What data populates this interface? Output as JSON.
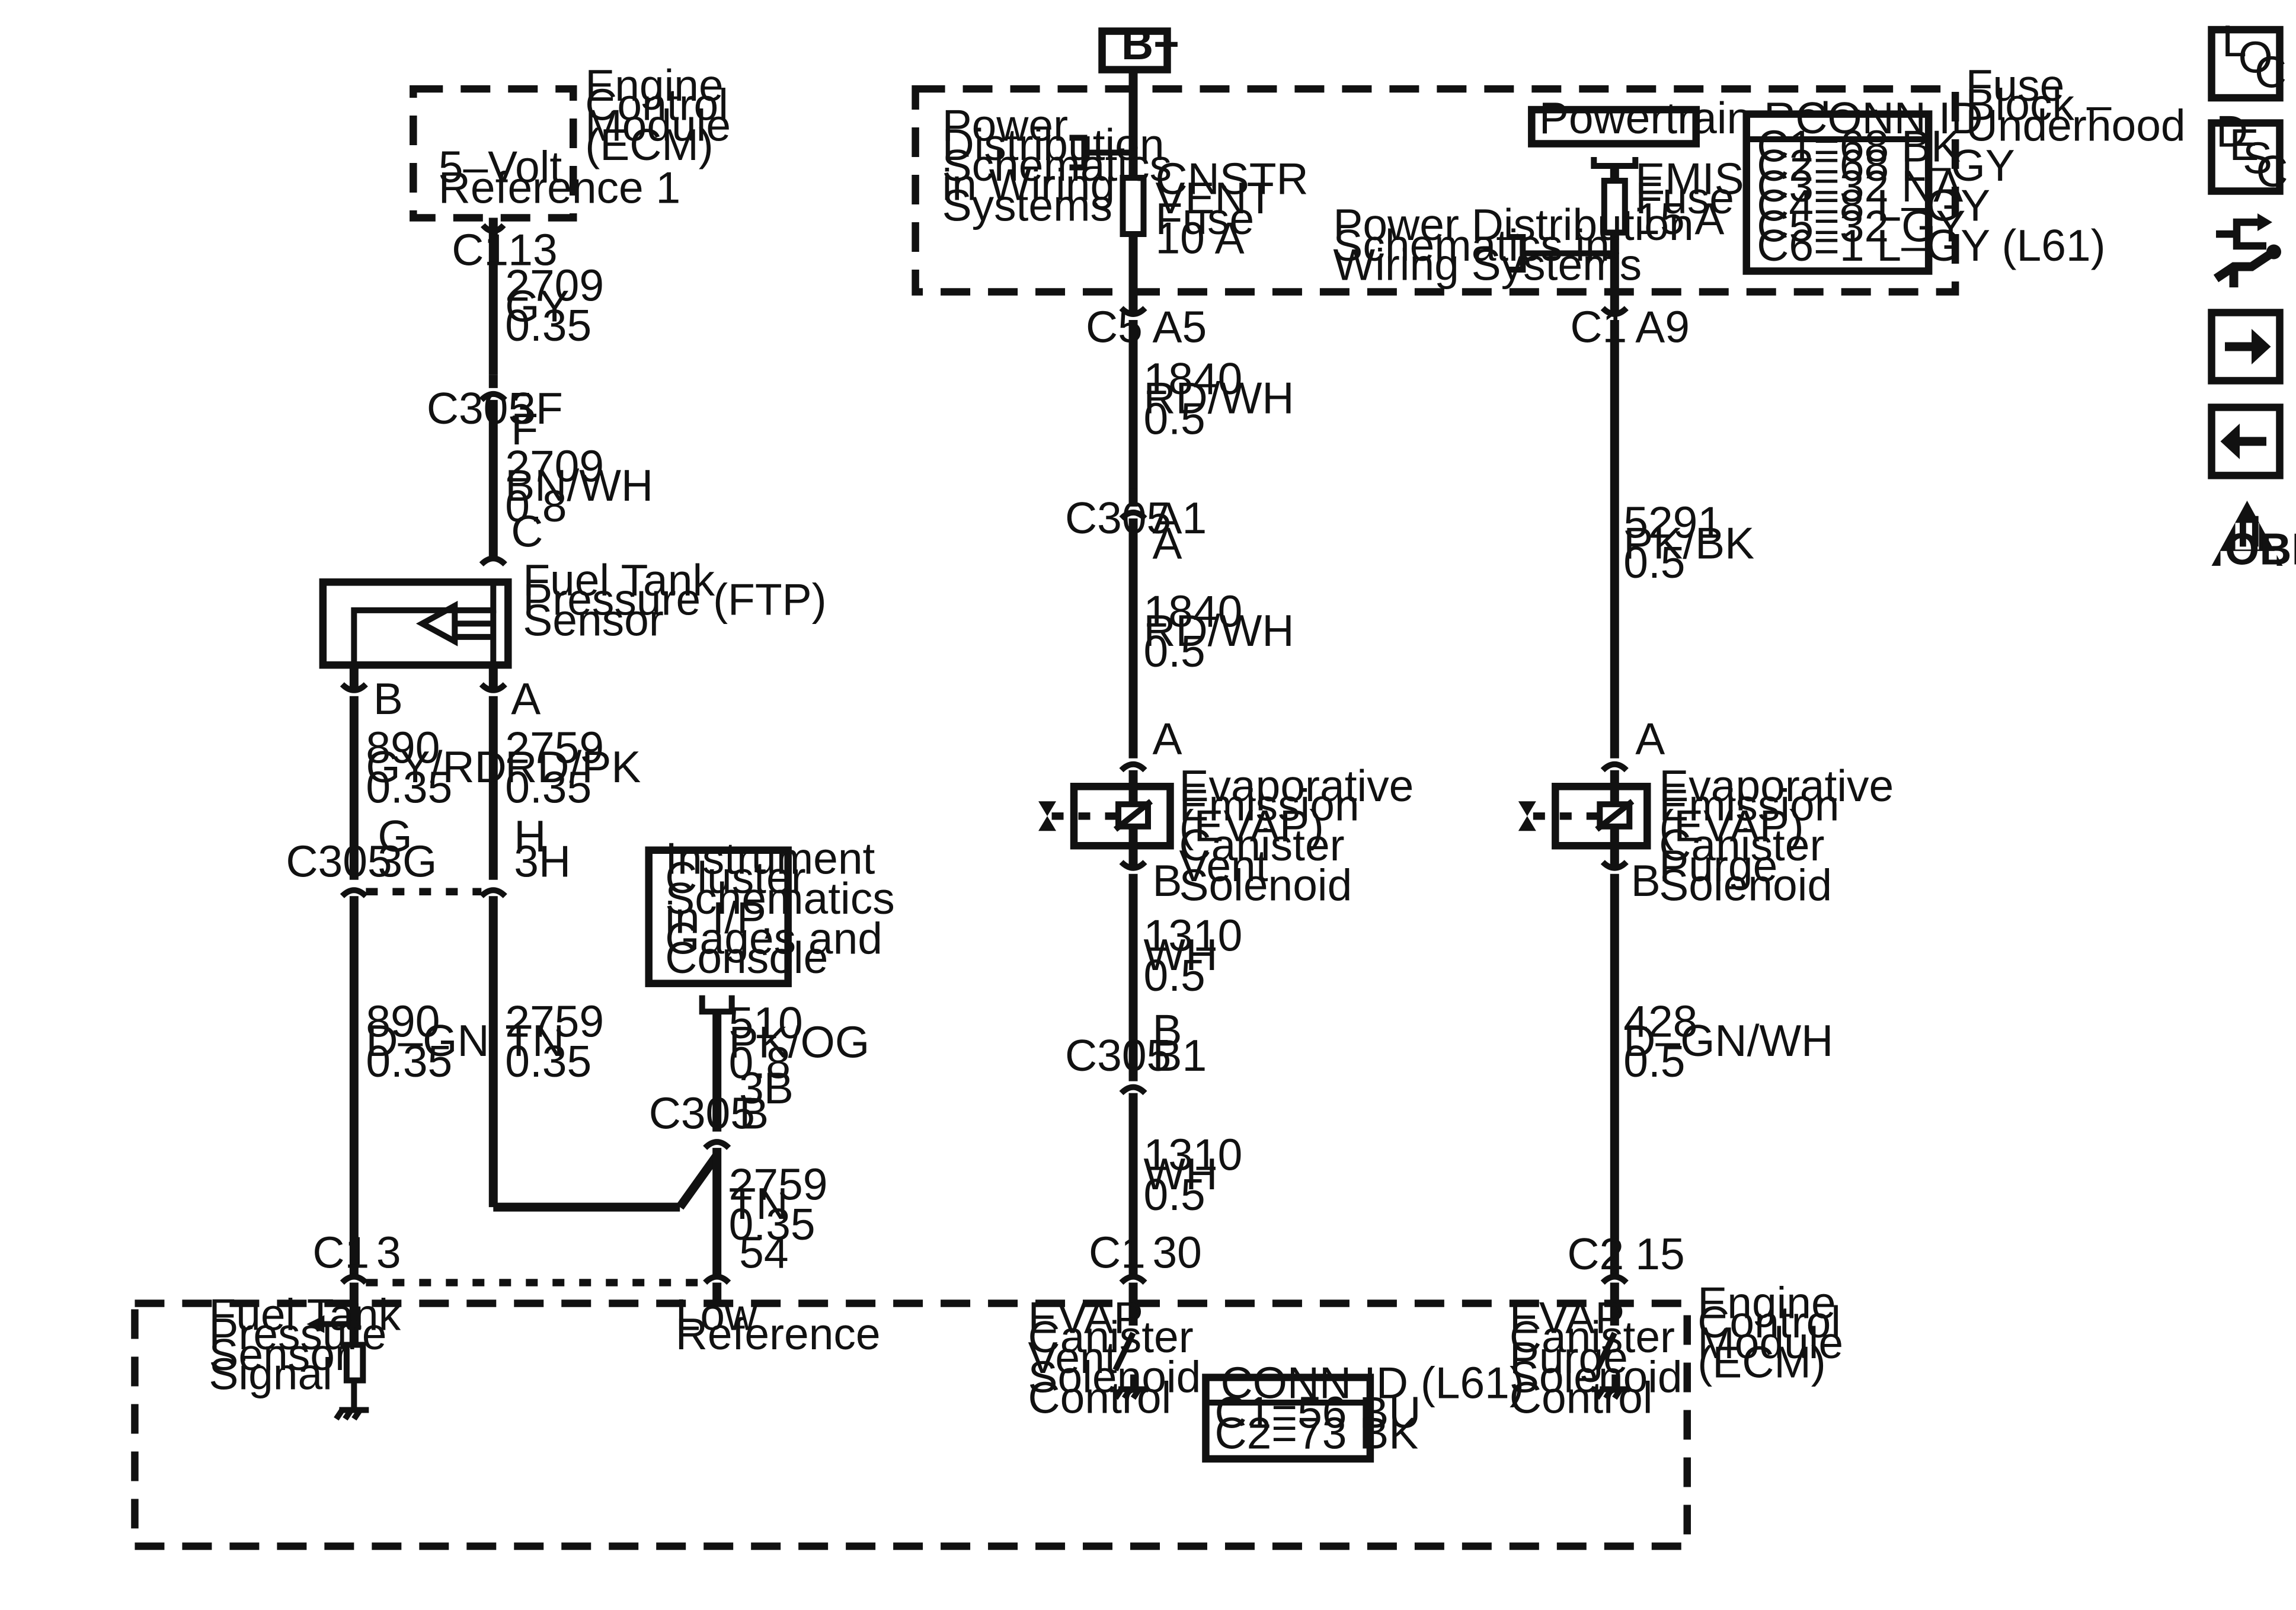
{
  "ecm_top": {
    "lines": [
      "Engine",
      "Control",
      "Module",
      "(ECM)"
    ],
    "ref_lines": [
      "5–Volt",
      "Reference 1"
    ]
  },
  "ecm_bottom": {
    "lines": [
      "Engine",
      "Control",
      "Module",
      "(ECM)"
    ]
  },
  "b_plus": "B+",
  "fuse_block": {
    "lines": [
      "Fuse",
      "Block –",
      "Underhood"
    ]
  },
  "pd_left": {
    "lines": [
      "Power",
      "Distribution",
      "Schematics",
      "in Wiring",
      "Systems"
    ]
  },
  "pd_right": {
    "lines": [
      "Power Distribution",
      "Schematics in",
      "Wiring Systems"
    ]
  },
  "cnstr_fuse": {
    "lines": [
      "CNSTR",
      "VENT",
      "Fuse",
      "10 A"
    ]
  },
  "emission_fuse": {
    "lines": [
      "EMISSION",
      "Fuse",
      "15 A"
    ]
  },
  "powertrain_relay": "Powertrain Relay",
  "conn_id_top": {
    "title": "CONN ID",
    "rows": [
      "C1=68 BK",
      "C2=68 L–GY",
      "C3=32 NA",
      "C4=8 L–GY",
      "C5=32 GY",
      "C6=1 L–GY (L61)"
    ]
  },
  "conn_id_l61": {
    "title": "CONN ID (L61)",
    "rows": [
      "C1=56 BU",
      "C2=73 BK"
    ]
  },
  "ftp_sensor": {
    "lines": [
      "Fuel Tank",
      "Pressure (FTP)",
      "Sensor"
    ]
  },
  "instrument_cluster": {
    "lines": [
      "Instrument",
      "Cluster",
      "Schematics",
      "in I/P,",
      "Gages and",
      "Console"
    ]
  },
  "vent_solenoid": {
    "lines": [
      "Evaporative",
      "Emission",
      "(EVAP)",
      "Canister",
      "Vent",
      "Solenoid"
    ]
  },
  "purge_solenoid": {
    "lines": [
      "Evaporative",
      "Emission",
      "(EVAP)",
      "Canister",
      "Purge",
      "Solenoid"
    ]
  },
  "ecm_signals": {
    "ftp_signal": [
      "Fuel Tank",
      "Pressure",
      "Sensor",
      "Signal"
    ],
    "low_ref": [
      "Low",
      "Reference"
    ],
    "vent_control": [
      "EVAP",
      "Canister",
      "Vent",
      "Solenoid",
      "Control"
    ],
    "purge_control": [
      "EVAP",
      "Canister",
      "Purge",
      "Solenoid",
      "Control"
    ]
  },
  "connectors": {
    "ecm_top_c1": "C1",
    "ecm_top_pin": "13",
    "c305_a": "C305",
    "c305_a_pin1": "3F",
    "c305_a_pin2": "F",
    "ftp_c": "C",
    "ftp_b": "B",
    "ftp_a": "A",
    "c305_b": "C305",
    "c305_g": "G",
    "c305_3g": "3G",
    "c305_h": "H",
    "c305_3h": "3H",
    "c305_c": "C305",
    "c305_3b": "3B",
    "c305_bpin": "B",
    "ecm_c1_a": "C1",
    "ecm_pin3": "3",
    "ecm_pin54": "54",
    "fb_c5": "C5",
    "fb_a5": "A5",
    "fb_c1": "C1",
    "fb_a9": "A9",
    "c305_d": "C305",
    "c305_a1": "A1",
    "c305_apin": "A",
    "vent_a": "A",
    "vent_b": "B",
    "purge_a": "A",
    "purge_b": "B",
    "c305_e": "C305",
    "c305_bpin2": "B",
    "c305_b1": "B1",
    "ecm_c1_b": "C1",
    "ecm_pin30": "30",
    "ecm_c2": "C2",
    "ecm_pin15": "15"
  },
  "wires": {
    "w2709_gy": [
      "2709",
      "GY",
      "0.35"
    ],
    "w2709_bnwh": [
      "2709",
      "BN/WH",
      "0.8"
    ],
    "w890_gyrd": [
      "890",
      "GY/RD",
      "0.35"
    ],
    "w2759_rdpk": [
      "2759",
      "RD/PK",
      "0.35"
    ],
    "w890_dgn": [
      "890",
      "D–GN",
      "0.35"
    ],
    "w2759_tn_a": [
      "2759",
      "TN",
      "0.35"
    ],
    "w510": [
      "510",
      "PK/OG",
      "0.8"
    ],
    "w2759_tn_b": [
      "2759",
      "TN",
      "0.35"
    ],
    "w1840_a": [
      "1840",
      "RD/WH",
      "0.5"
    ],
    "w1840_b": [
      "1840",
      "RD/WH",
      "0.5"
    ],
    "w1310_a": [
      "1310",
      "WH",
      "0.5"
    ],
    "w1310_b": [
      "1310",
      "WH",
      "0.5"
    ],
    "w5291": [
      "5291",
      "PK/BK",
      "0.5"
    ],
    "w428": [
      "428",
      "D–GN/WH",
      "0.5"
    ]
  },
  "side_icons": {
    "loc": {
      "icon": "loc-icon",
      "letters": [
        "L",
        "O",
        "C"
      ]
    },
    "desc": {
      "icon": "desc-icon",
      "letters": [
        "D",
        "E",
        "S",
        "C"
      ]
    },
    "harness": {
      "icon": "harness-icon"
    },
    "next": {
      "icon": "arrow-right-icon"
    },
    "prev": {
      "icon": "arrow-left-icon"
    },
    "obd": {
      "icon": "obd-ii-icon",
      "numeral": "II",
      "label": "OBD II"
    }
  }
}
